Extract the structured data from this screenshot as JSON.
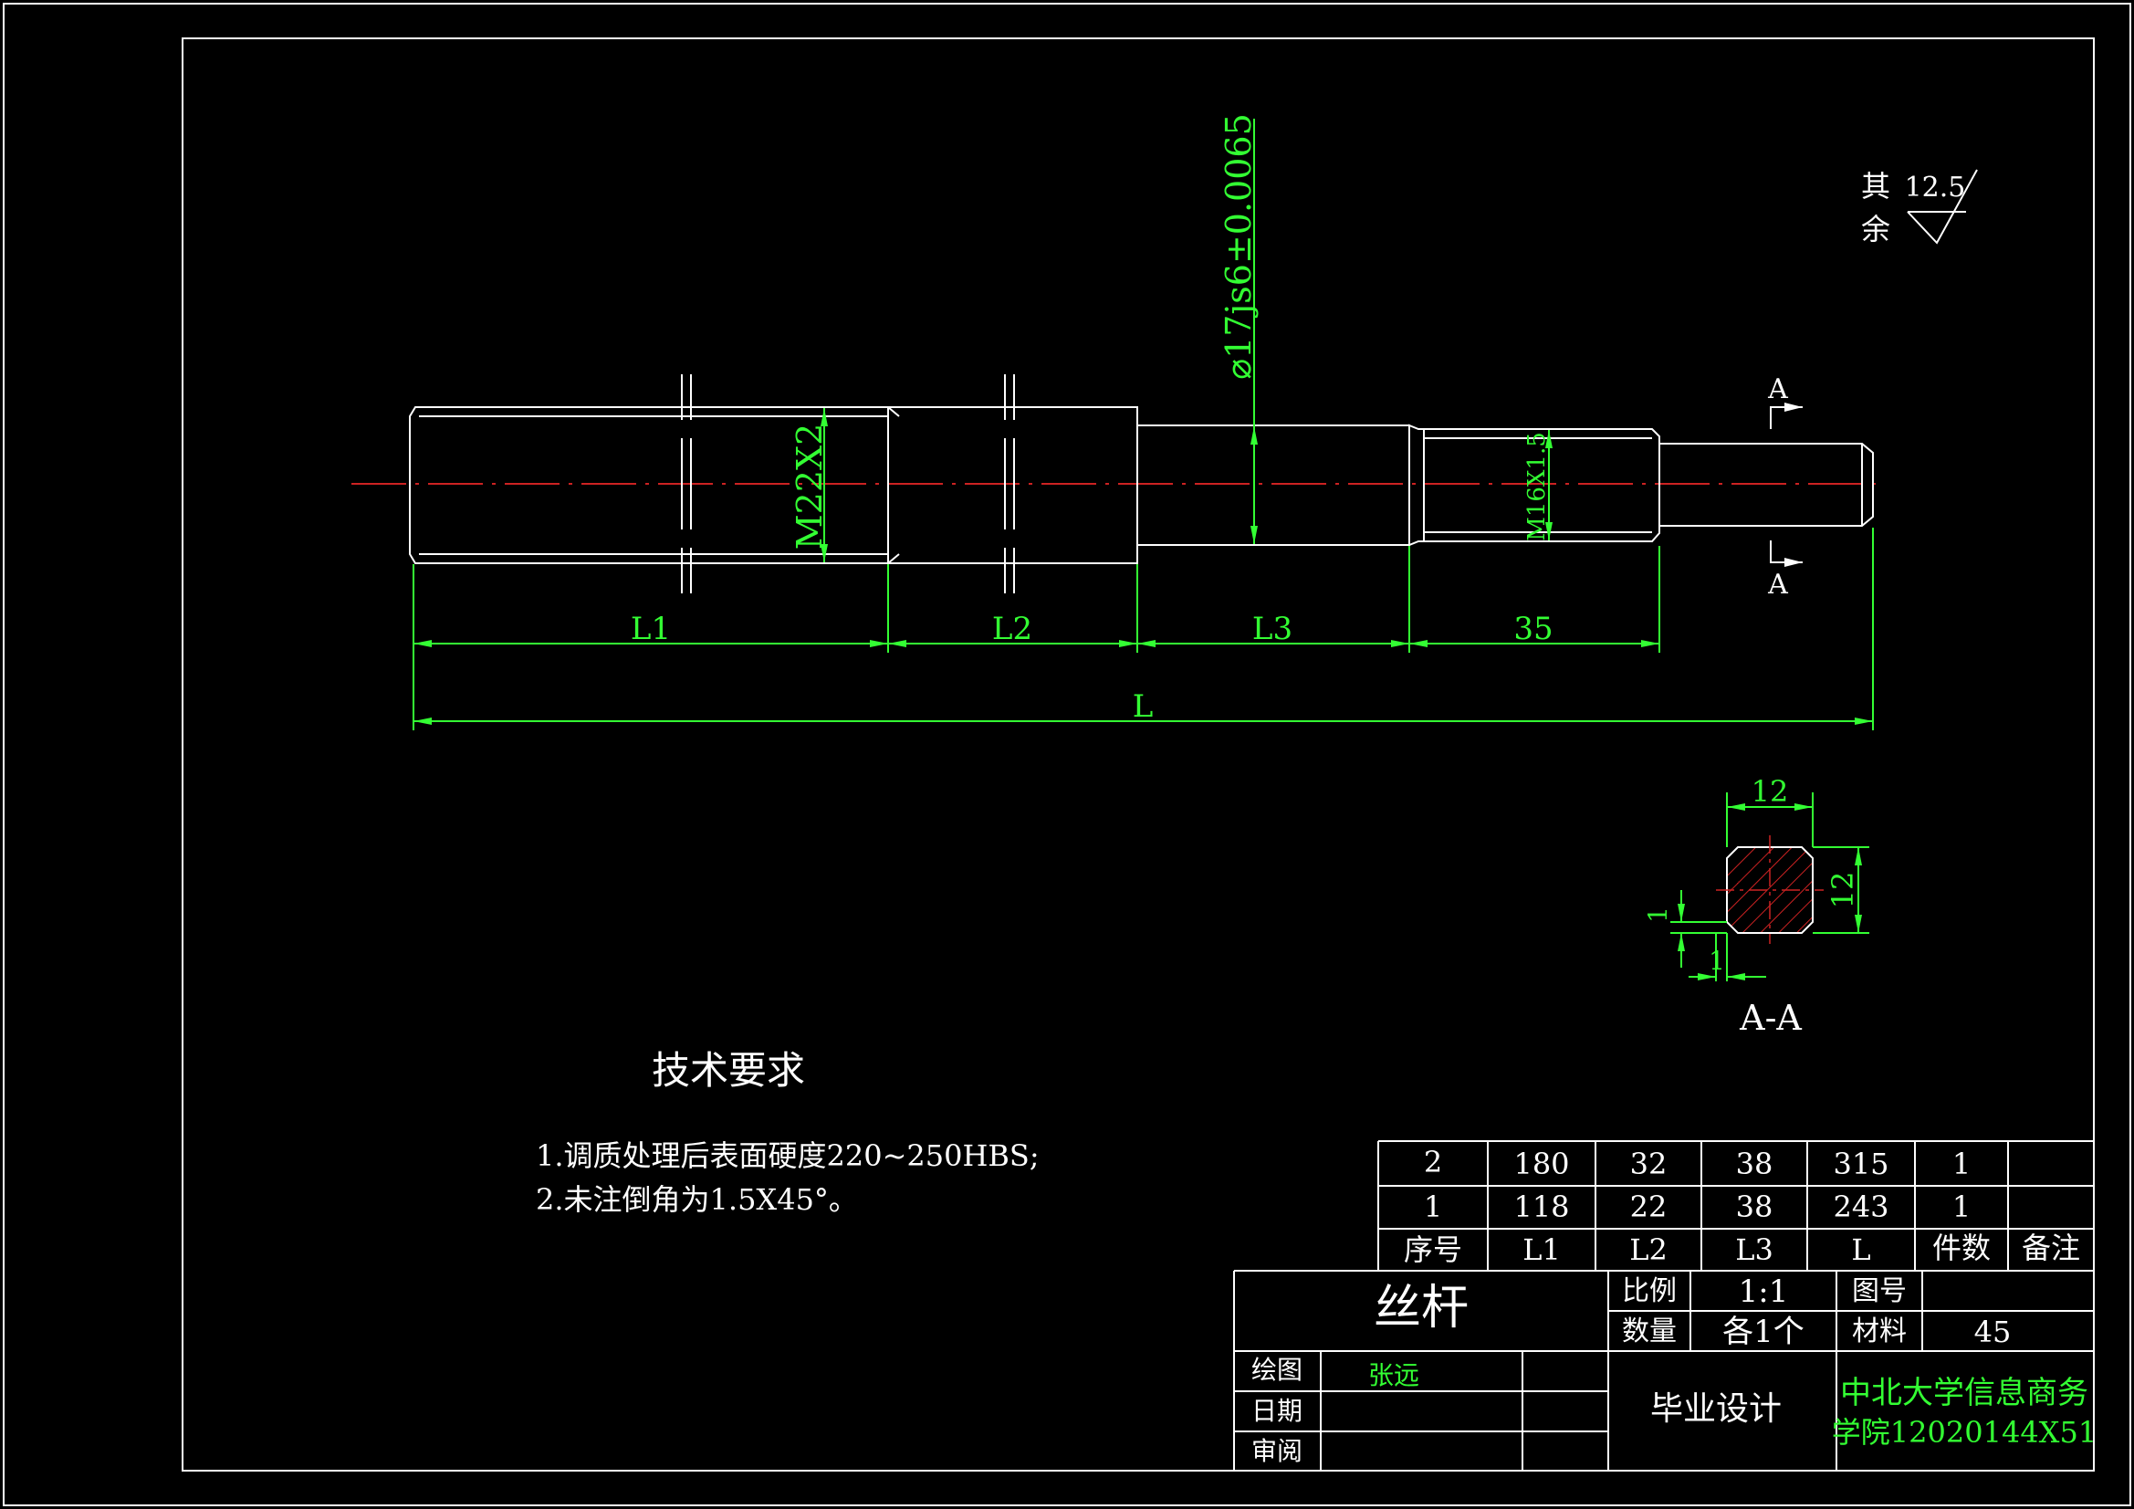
{
  "shaft": {
    "diameter_tol": "⌀17js6±0.0065",
    "thread_left": "M22X2",
    "thread_right": "M16X1.5",
    "dim_l1": "L1",
    "dim_l2": "L2",
    "dim_l3": "L3",
    "dim_35": "35",
    "dim_total": "L",
    "section_mark": "A"
  },
  "roughness": {
    "label_line1": "其",
    "label_line2": "余",
    "value": "12.5"
  },
  "section": {
    "title": "A-A",
    "width": "12",
    "height": "12",
    "offset_v": "1",
    "offset_h": "1"
  },
  "tech": {
    "title": "技术要求",
    "req1": "1.调质处理后表面硬度220~250HBS;",
    "req2": "2.未注倒角为1.5X45°。"
  },
  "parts_table": {
    "rows": [
      [
        "2",
        "180",
        "32",
        "38",
        "315",
        "1",
        ""
      ],
      [
        "1",
        "118",
        "22",
        "38",
        "243",
        "1",
        ""
      ]
    ],
    "headers": [
      "序号",
      "L1",
      "L2",
      "L3",
      "L",
      "件数",
      "备注"
    ]
  },
  "title_block": {
    "part_name": "丝杆",
    "scale_label": "比例",
    "scale_value": "1:1",
    "drawing_no_label": "图号",
    "drawing_no_value": "",
    "qty_label": "数量",
    "qty_value": "各1个",
    "material_label": "材料",
    "material_value": "45",
    "drawn_label": "绘图",
    "drawn_by": "张远",
    "date_label": "日期",
    "review_label": "审阅",
    "project": "毕业设计",
    "school_line1": "中北大学信息商务",
    "school_line2": "学院12020144X51"
  },
  "colors": {
    "background": "#000000",
    "outline": "#ffffff",
    "dimension": "#33ff33",
    "centerline": "#cc2222",
    "hatch": "#cc2222"
  }
}
